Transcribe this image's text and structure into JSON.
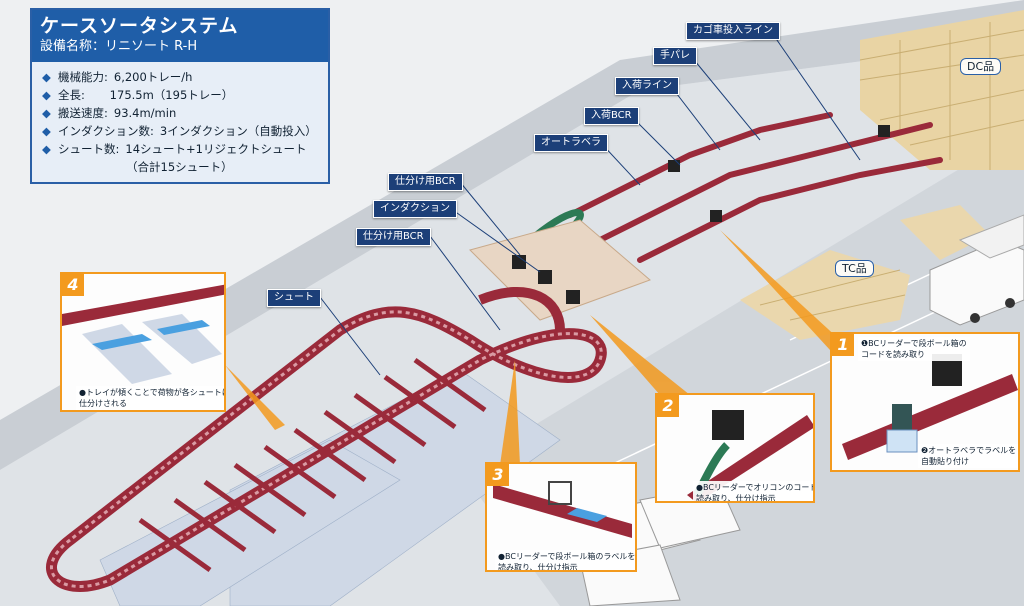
{
  "spec": {
    "title": "ケースソータシステム",
    "subtitle": "設備名称：リニソート R-H",
    "rows": [
      {
        "key": "機械能力:",
        "value": "6,200トレー/h"
      },
      {
        "key": "全長:",
        "value": "　  175.5m（195トレー）"
      },
      {
        "key": "搬送速度:",
        "value": "93.4m/min"
      },
      {
        "key": "インダクション数:",
        "value": "3インダクション（自動投入）"
      },
      {
        "key": "シュート数:",
        "value": "14シュート+1リジェクトシュート"
      }
    ],
    "row_cont": "（合計15シュート）"
  },
  "labels": {
    "kago": "カゴ車投入ライン",
    "tepare": "手パレ",
    "nyuka_line": "入荷ライン",
    "nyuka_bcr": "入荷BCR",
    "auto_labeler": "オートラベラ",
    "shiwake_bcr_top": "仕分け用BCR",
    "induction": "インダクション",
    "shiwake_bcr_mid": "仕分け用BCR",
    "chute": "シュート",
    "dc": "DC品",
    "tc": "TC品"
  },
  "insets": [
    {
      "number": "1",
      "captions": [
        "❶BCリーダーで段ボール箱の\nコードを読み取り",
        "❷オートラベラでラベルを\n自動貼り付け"
      ]
    },
    {
      "number": "2",
      "captions": [
        "●BCリーダーでオリコンのコードを\n読み取り、仕分け指示"
      ]
    },
    {
      "number": "3",
      "captions": [
        "●BCリーダーで段ボール箱のラベルを\n読み取り、仕分け指示"
      ]
    },
    {
      "number": "4",
      "captions": [
        "●トレイが傾くことで荷物が各シュートに\n仕分けされる"
      ]
    }
  ],
  "colors": {
    "conveyor": "#9a2a3a",
    "frame": "#1f5ea8",
    "callout": "#f39a1e",
    "label": "#1c3f78"
  }
}
